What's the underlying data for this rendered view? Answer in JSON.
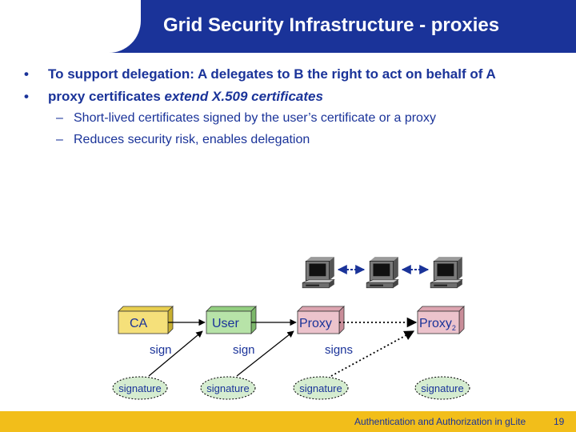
{
  "slide": {
    "title": "Grid Security Infrastructure  - proxies",
    "bullets": [
      {
        "marker": "•",
        "text": "To support delegation: A delegates to B the right to act on behalf of A"
      },
      {
        "marker": "•",
        "text_normal": "proxy certificates ",
        "text_italic": "extend X.509 certificates"
      }
    ],
    "sub_bullets": [
      {
        "marker": "–",
        "text": "Short-lived certificates signed by the user’s certificate or a proxy"
      },
      {
        "marker": "–",
        "text": "Reduces security risk, enables delegation"
      }
    ]
  },
  "diagram": {
    "boxes": [
      {
        "label": "CA",
        "color": "#f5e07a",
        "sub": ""
      },
      {
        "label": "User",
        "color": "#b7e3a8",
        "sub": ""
      },
      {
        "label": "Proxy",
        "color": "#ecc3cc",
        "sub": ""
      },
      {
        "label": "Proxy",
        "color": "#ecc3cc",
        "sub": "2"
      }
    ],
    "sign_labels": [
      "sign",
      "sign",
      "signs"
    ],
    "signature_label": "signature",
    "icons": [
      "computer-icon",
      "computer-icon",
      "computer-icon"
    ]
  },
  "footer": {
    "text": "Authentication and Authorization in gLite",
    "page": "19"
  },
  "colors": {
    "header": "#1a3399",
    "text": "#1a3399",
    "footer": "#f2be1a",
    "signature_fill": "#d5ecd0"
  }
}
